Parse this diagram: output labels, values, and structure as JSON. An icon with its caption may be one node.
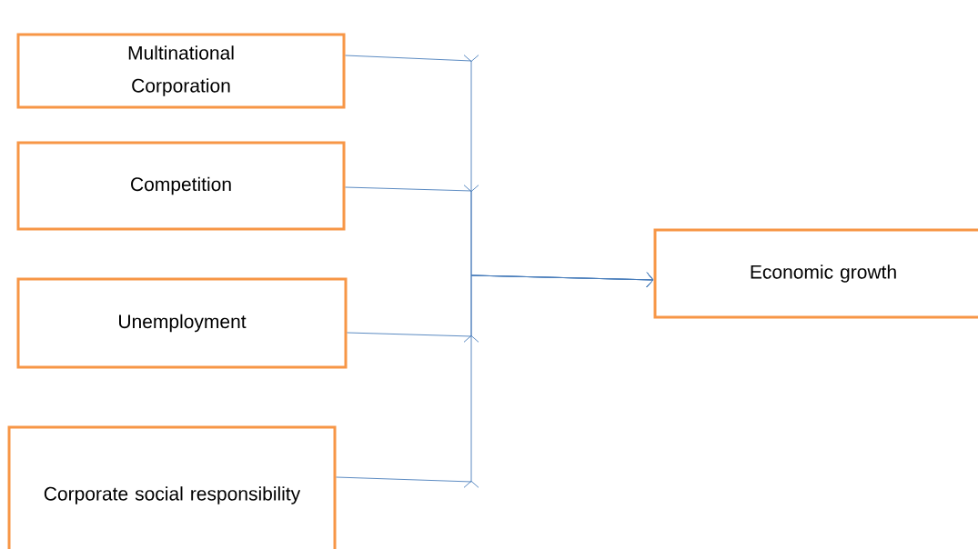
{
  "diagram": {
    "nodes": [
      {
        "text": [
          "Multinational Corporation"
        ]
      },
      {
        "text": [
          "Competition"
        ]
      },
      {
        "text": [
          "Unemployment"
        ]
      },
      {
        "text": [
          "Corporate social responsibility"
        ]
      },
      {
        "text": [
          "Economic growth"
        ]
      }
    ],
    "edges": [
      {
        "from": 0,
        "to": 4,
        "arrow": "to"
      },
      {
        "from": 1,
        "to": 4,
        "arrow": "to"
      },
      {
        "from": 2,
        "to": 4,
        "arrow": "to"
      },
      {
        "from": 3,
        "to": 4,
        "arrow": "to"
      }
    ]
  }
}
